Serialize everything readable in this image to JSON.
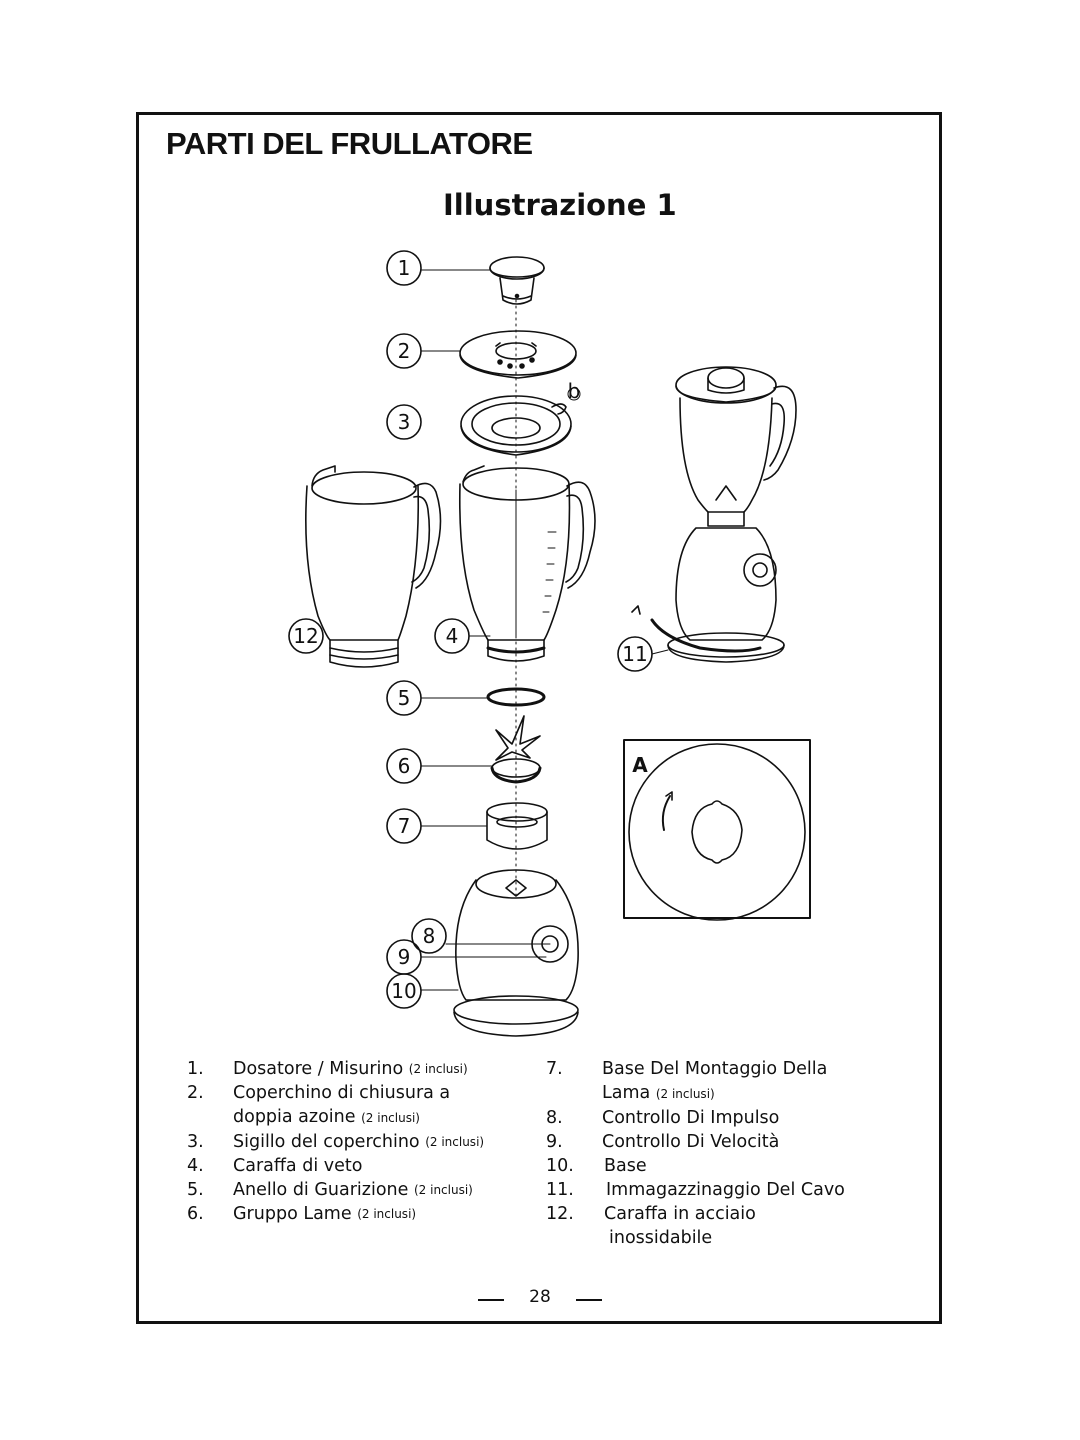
{
  "page": {
    "title": "PARTI DEL FRULLATORE",
    "figure_title": "Illustrazione 1",
    "page_number": "28"
  },
  "callouts": [
    "1",
    "2",
    "3",
    "4",
    "5",
    "6",
    "7",
    "8",
    "9",
    "10",
    "11",
    "12"
  ],
  "small_letters": {
    "b": "b",
    "A": "A"
  },
  "legend_left": [
    {
      "num": "1.",
      "text": "Dosatore / Misurino",
      "note": "(2 inclusi)"
    },
    {
      "num": "2.",
      "text": "Coperchino di chiusura a",
      "cont": "doppia azoine",
      "note": "(2 inclusi)"
    },
    {
      "num": "3.",
      "text": "Sigillo del coperchino",
      "note": "(2 inclusi)"
    },
    {
      "num": "4.",
      "text": "Caraffa di veto"
    },
    {
      "num": "5.",
      "text": "Anello di Guarizione",
      "note": "(2 inclusi)"
    },
    {
      "num": "6.",
      "text": "Gruppo Lame",
      "note": "(2 inclusi)"
    }
  ],
  "legend_right": [
    {
      "num": "7.",
      "text": "Base Del Montaggio Della",
      "cont": "Lama",
      "note": "(2 inclusi)"
    },
    {
      "num": "8.",
      "text": "Controllo Di Impulso"
    },
    {
      "num": "9.",
      "text": "Controllo Di Velocità"
    },
    {
      "num": "10.",
      "text": "Base"
    },
    {
      "num": "11.",
      "text": "Immagazzinaggio Del Cavo"
    },
    {
      "num": "12.",
      "text": "Caraffa in acciaio",
      "cont": "inossidabile"
    }
  ]
}
